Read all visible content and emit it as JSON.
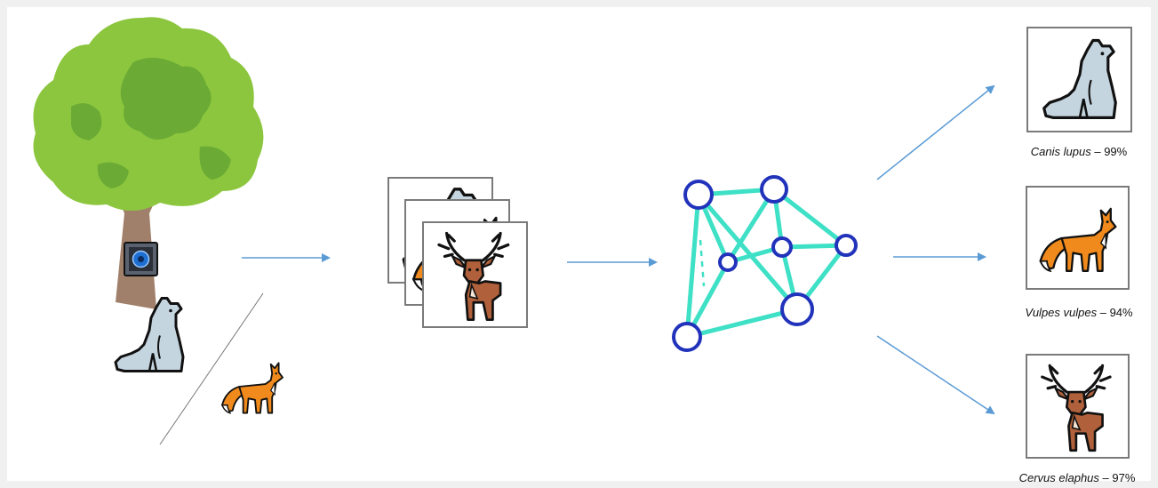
{
  "pipeline": {
    "results": [
      {
        "species": "Canis lupus",
        "confidence": "99%",
        "icon": "wolf-icon"
      },
      {
        "species": "Vulpes vulpes",
        "confidence": "94%",
        "icon": "fox-icon"
      },
      {
        "species": "Cervus elaphus",
        "confidence": "97%",
        "icon": "deer-icon"
      }
    ],
    "colors": {
      "panel": "#ffffff",
      "background": "#f0f0f0",
      "arrow": "#5b9bd5",
      "network_edge": "#3ee0c6",
      "network_node": "#2233bb",
      "tree_canopy": "#8cc63e",
      "tree_trunk": "#a0806a",
      "wolf_body": "#c5d5e0",
      "fox_body": "#f08a1c",
      "deer_body": "#b0603a"
    }
  }
}
